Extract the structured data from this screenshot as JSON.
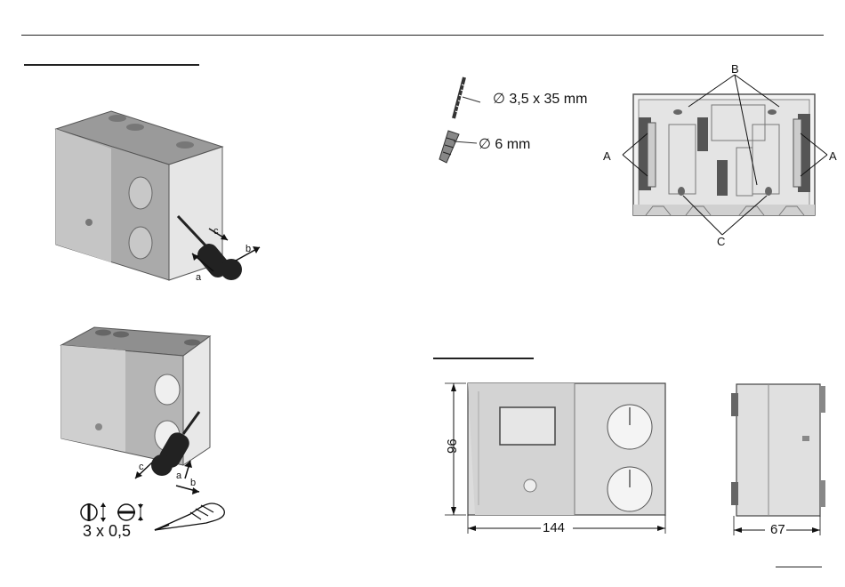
{
  "fastening": {
    "screw_spec": "∅ 3,5 x 35 mm",
    "plug_spec": "∅ 6 mm"
  },
  "base_labels": {
    "a_left": "A",
    "a_right": "A",
    "b": "B",
    "c": "C"
  },
  "removal_steps": {
    "top": {
      "a": "a",
      "b": "b",
      "c": "c"
    },
    "bottom": {
      "a": "a",
      "b": "b",
      "c": "c"
    }
  },
  "screwdriver": {
    "size": "3  x 0,5"
  },
  "dimensions": {
    "height": "96",
    "width": "144",
    "depth": "67"
  }
}
